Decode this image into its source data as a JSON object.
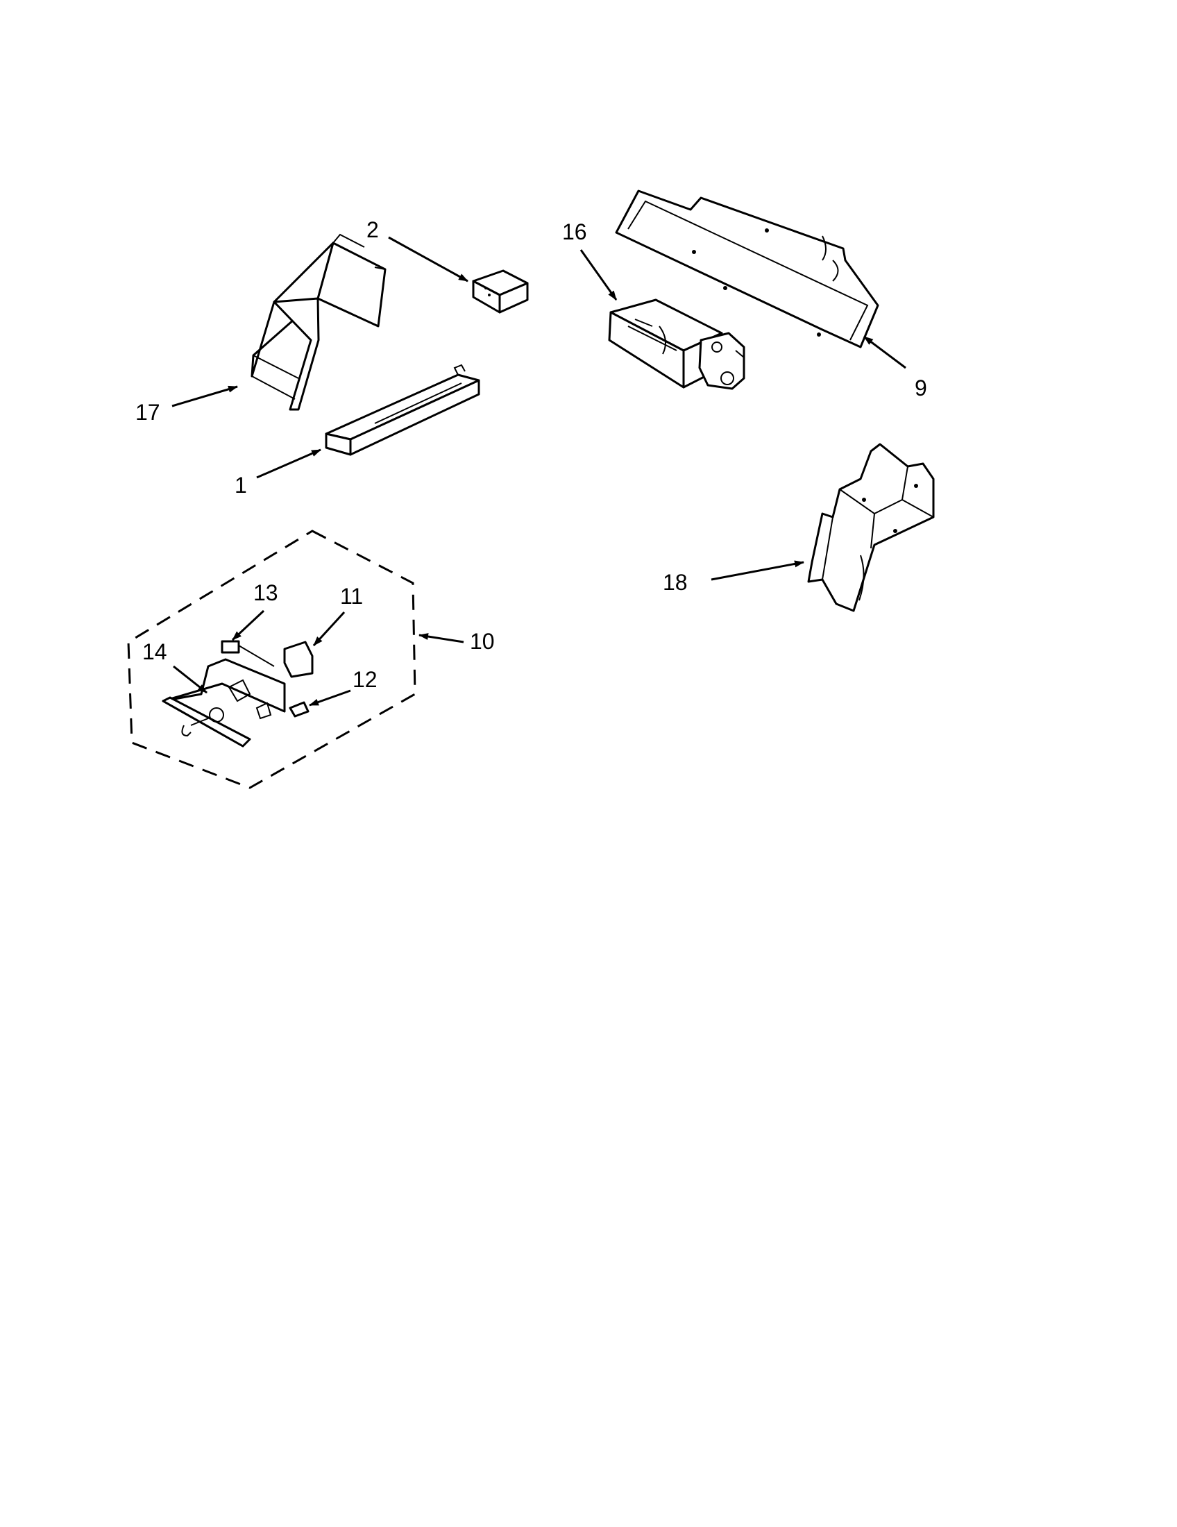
{
  "callouts": {
    "c1": "1",
    "c2": "2",
    "c9": "9",
    "c10": "10",
    "c11": "11",
    "c12": "12",
    "c13": "13",
    "c14": "14",
    "c16": "16",
    "c17": "17",
    "c18": "18"
  }
}
